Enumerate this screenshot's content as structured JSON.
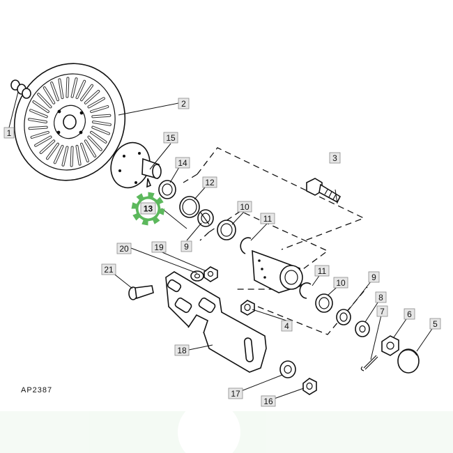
{
  "diagram": {
    "code": "AP2387",
    "highlight_color": "#5cb85c",
    "highlighted_part": "13",
    "callouts": [
      {
        "id": "1",
        "label": "1"
      },
      {
        "id": "2",
        "label": "2"
      },
      {
        "id": "3",
        "label": "3"
      },
      {
        "id": "4",
        "label": "4"
      },
      {
        "id": "5",
        "label": "5"
      },
      {
        "id": "6",
        "label": "6"
      },
      {
        "id": "7",
        "label": "7"
      },
      {
        "id": "8",
        "label": "8"
      },
      {
        "id": "9a",
        "label": "9"
      },
      {
        "id": "9b",
        "label": "9"
      },
      {
        "id": "10a",
        "label": "10"
      },
      {
        "id": "10b",
        "label": "10"
      },
      {
        "id": "11a",
        "label": "11"
      },
      {
        "id": "11b",
        "label": "11"
      },
      {
        "id": "12",
        "label": "12"
      },
      {
        "id": "13",
        "label": "13"
      },
      {
        "id": "14",
        "label": "14"
      },
      {
        "id": "15",
        "label": "15"
      },
      {
        "id": "16",
        "label": "16"
      },
      {
        "id": "17",
        "label": "17"
      },
      {
        "id": "18",
        "label": "18"
      },
      {
        "id": "19",
        "label": "19"
      },
      {
        "id": "20",
        "label": "20"
      },
      {
        "id": "21",
        "label": "21"
      }
    ]
  }
}
